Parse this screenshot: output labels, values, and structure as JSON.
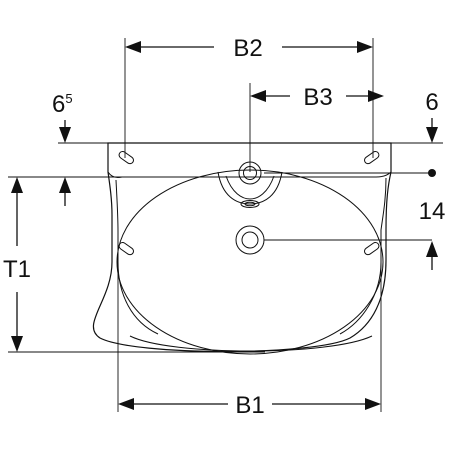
{
  "dimensions": {
    "b1": "B1",
    "b2": "B2",
    "b3": "B3",
    "t1": "T1",
    "left_offset_main": "6",
    "left_offset_sup": "5",
    "right_offset": "6",
    "vertical_offset": "14"
  }
}
